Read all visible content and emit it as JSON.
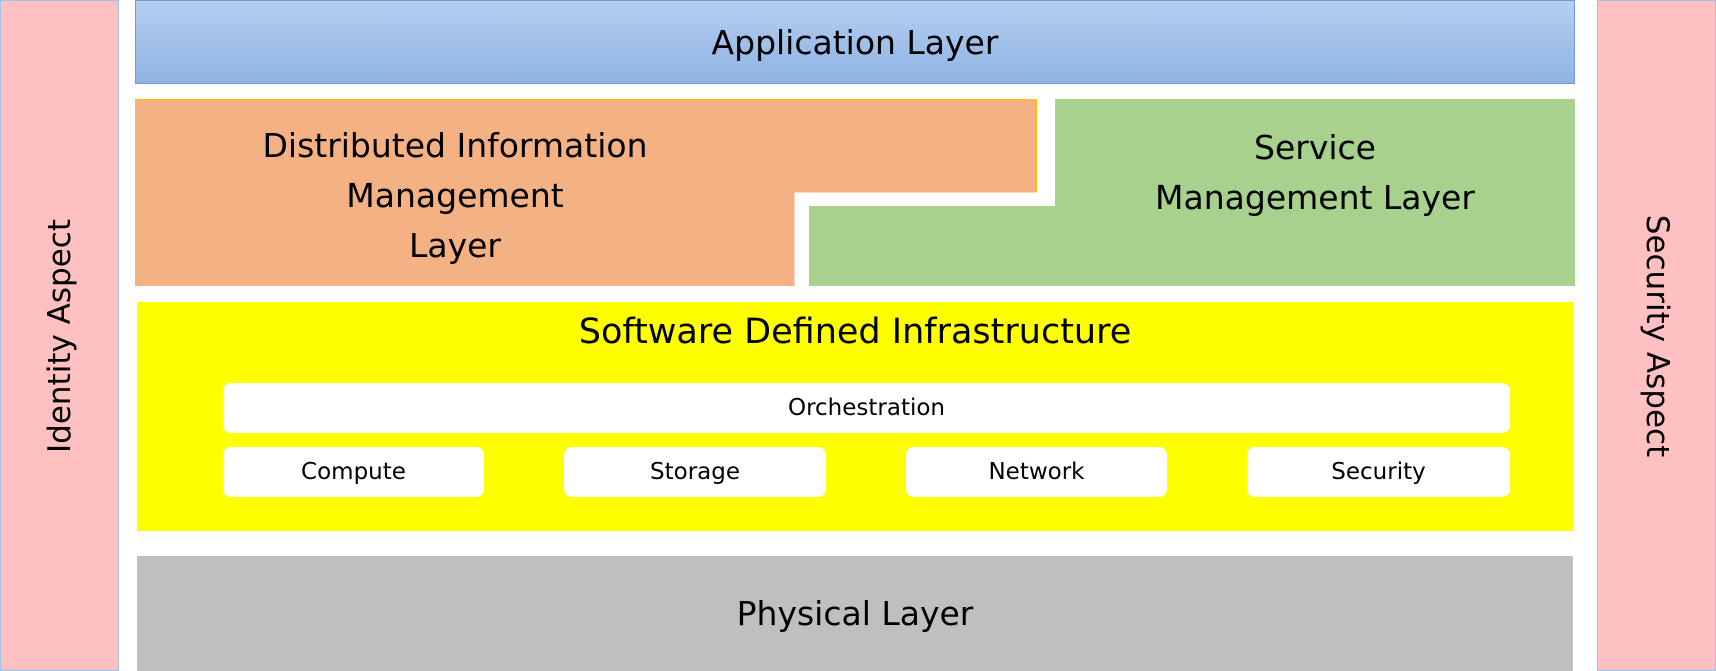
{
  "diagram": {
    "left_aspect": "Identity Aspect",
    "right_aspect": "Security Aspect",
    "application_layer": "Application Layer",
    "distributed_information_management": {
      "line1": "Distributed Information",
      "line2": "Management",
      "line3": "Layer"
    },
    "service_management": {
      "line1": "Service",
      "line2": "Management Layer"
    },
    "software_defined_infrastructure": {
      "title": "Software Defined Infrastructure",
      "orchestration": "Orchestration",
      "components": [
        "Compute",
        "Storage",
        "Network",
        "Security"
      ]
    },
    "physical_layer": "Physical Layer"
  },
  "colors": {
    "aspect_fill": "#ffc0c1",
    "application_fill": "#9fbfe9",
    "dim_fill": "#f4b183",
    "service_fill": "#a9d18e",
    "sdi_fill": "#ffff00",
    "physical_fill": "#bfbfbf"
  }
}
